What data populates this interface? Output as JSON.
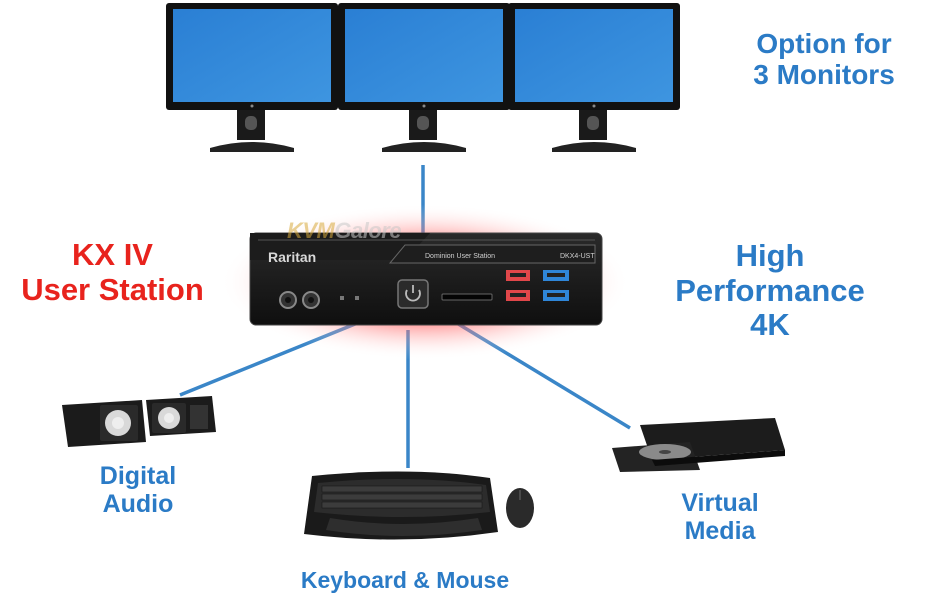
{
  "labels": {
    "monitors_line1": "Option for",
    "monitors_line2": "3 Monitors",
    "station_line1": "KX IV",
    "station_line2": "User Station",
    "performance_line1": "High",
    "performance_line2": "Performance",
    "performance_line3": "4K",
    "audio_line1": "Digital",
    "audio_line2": "Audio",
    "media_line1": "Virtual",
    "media_line2": "Media",
    "keyboard_mouse": "Keyboard & Mouse"
  },
  "device": {
    "brand": "Raritan",
    "product": "Dominion User Station",
    "model": "DKX4-UST"
  },
  "watermark": {
    "part1": "KVM",
    "part2": "Galore"
  },
  "colors": {
    "label_blue": "#2b7bc6",
    "label_red": "#e8231d",
    "connector_line": "#3a86c8",
    "device_glow": "#ff3b3b",
    "usb_red": "#e0474a",
    "usb_blue": "#2f86d8"
  },
  "icons": [
    "monitor",
    "speaker",
    "keyboard",
    "mouse",
    "optical-drive",
    "power-button"
  ]
}
